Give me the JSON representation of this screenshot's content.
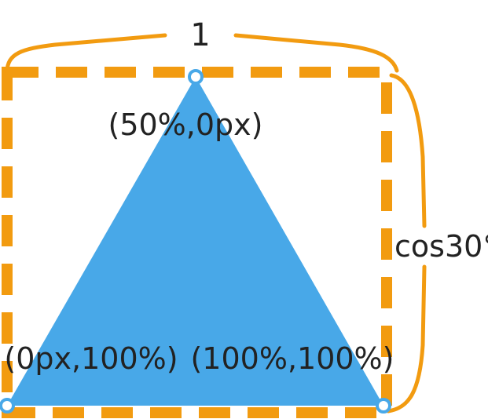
{
  "labels": {
    "width": "1",
    "height": "cos30°",
    "top_vertex": "(50%,0px)",
    "bottom_left_vertex": "(0px,100%)",
    "bottom_right_vertex": "(100%,100%)"
  },
  "colors": {
    "triangle_fill": "#48a8e8",
    "box_stroke": "#f29b10",
    "vertex_fill": "#ffffff",
    "vertex_stroke": "#48a8e8",
    "text": "#222222"
  }
}
